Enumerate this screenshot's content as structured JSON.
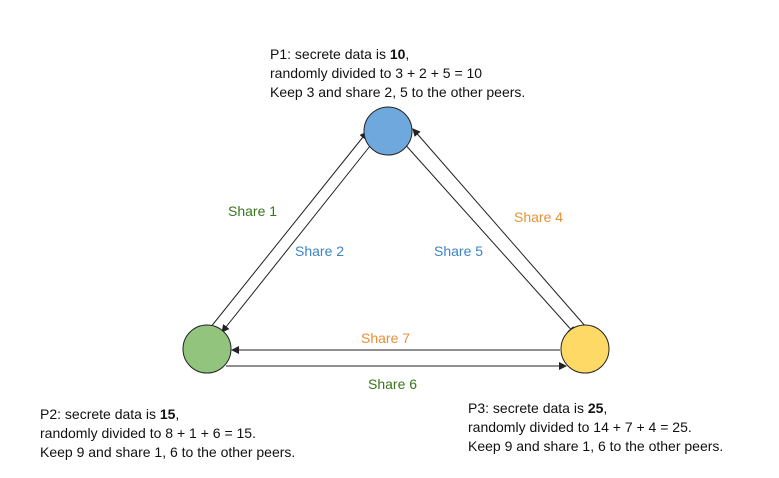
{
  "colors": {
    "p1": "#6fa8dc",
    "p2": "#93c47d",
    "p3": "#ffd966",
    "green_text": "#38761d",
    "blue_text": "#3d85c6",
    "orange_text": "#e69138",
    "stroke": "#222222"
  },
  "peers": {
    "p1": {
      "line1_pre": "P1: secrete data is ",
      "line1_bold": "10",
      "line1_post": ",",
      "line2": "randomly divided to 3 + 2 + 5 = 10",
      "line3": "Keep 3 and share 2, 5 to the other peers."
    },
    "p2": {
      "line1_pre": "P2: secrete data is ",
      "line1_bold": "15",
      "line1_post": ",",
      "line2": "randomly divided to 8 + 1 + 6  = 15.",
      "line3": "Keep 9 and share 1, 6 to the other peers."
    },
    "p3": {
      "line1_pre": "P3: secrete data is ",
      "line1_bold": "25",
      "line1_post": ",",
      "line2": "randomly divided to 14 + 7 + 4  = 25.",
      "line3": "Keep 9 and share 1, 6 to the other peers."
    }
  },
  "shares": {
    "s1": "Share 1",
    "s2": "Share 2",
    "s3": "Share 4",
    "s4": "Share 5",
    "s5": "Share 7",
    "s6": "Share 6"
  }
}
